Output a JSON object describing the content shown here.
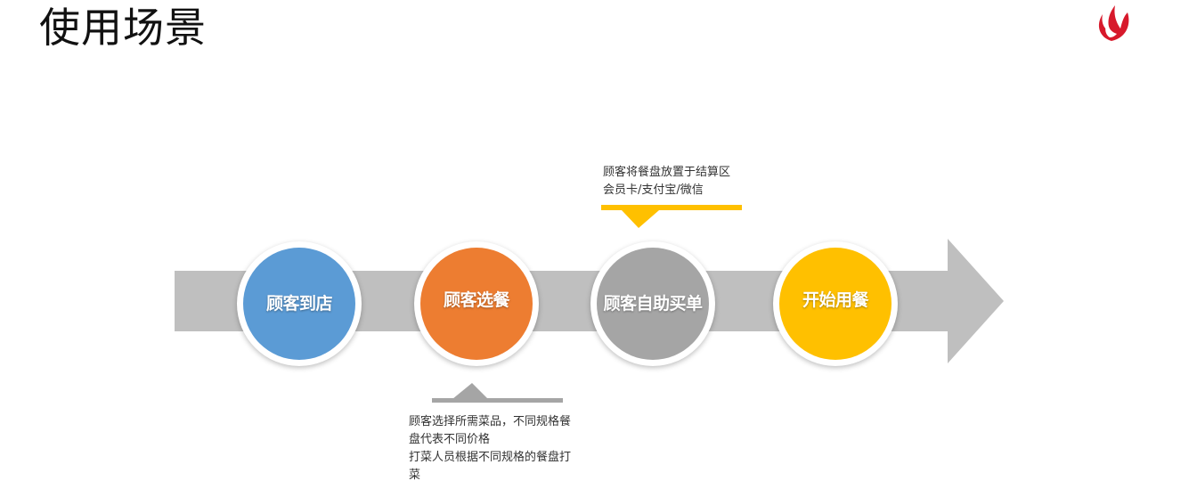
{
  "title": "使用场景",
  "steps": [
    {
      "label": "顾客到店",
      "color": "#5B9BD5"
    },
    {
      "label": "顾客选餐",
      "color": "#ED7D31"
    },
    {
      "label": "顾客自助买单",
      "color": "#A5A5A5"
    },
    {
      "label": "开始用餐",
      "color": "#FFC000"
    }
  ],
  "callout_top": {
    "lines": [
      "顾客将餐盘放置于结算区",
      "会员卡/支付宝/微信"
    ],
    "color": "#FFC000"
  },
  "callout_bottom": {
    "lines": [
      "顾客选择所需菜品，不同规格餐",
      "盘代表不同价格",
      "打菜人员根据不同规格的餐盘打",
      "菜"
    ],
    "color": "#A5A5A5"
  },
  "colors": {
    "arrow": "#BFBFBF",
    "logo": "#D7192B"
  },
  "icons": {
    "logo": "flame-logo-icon"
  }
}
